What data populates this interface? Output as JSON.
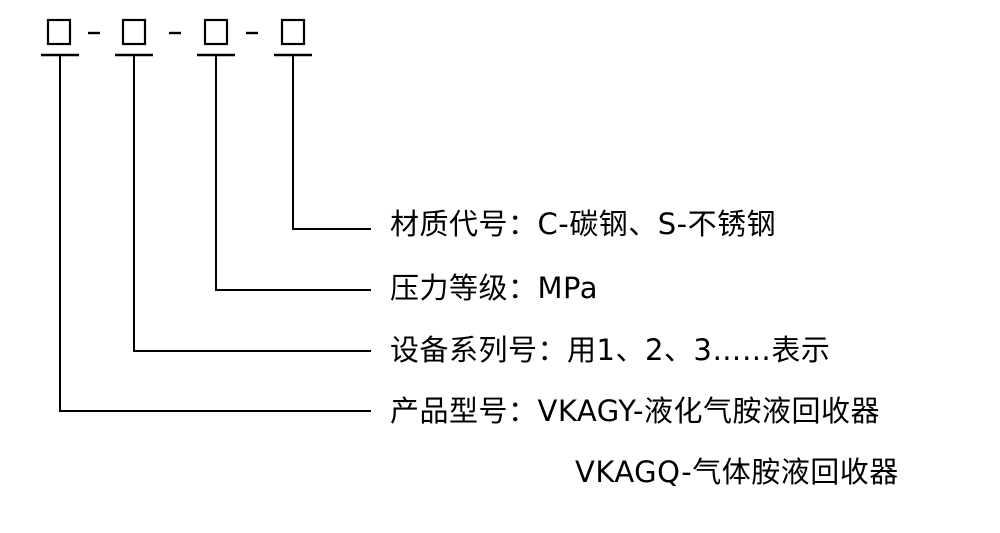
{
  "legend": [
    {
      "id": "material",
      "label": "材质代号",
      "sep": "：",
      "value": "C-碳钢、S-不锈钢"
    },
    {
      "id": "pressure",
      "label": "压力等级",
      "sep": "：",
      "value": "MPa"
    },
    {
      "id": "series",
      "label": "设备系列号",
      "sep": "：",
      "value": "用1、2、3……表示"
    },
    {
      "id": "model",
      "label": "产品型号",
      "sep": "：",
      "value": "VKAGY-液化气胺液回收器"
    }
  ],
  "model_extra": "VKAGQ-气体胺液回收器"
}
